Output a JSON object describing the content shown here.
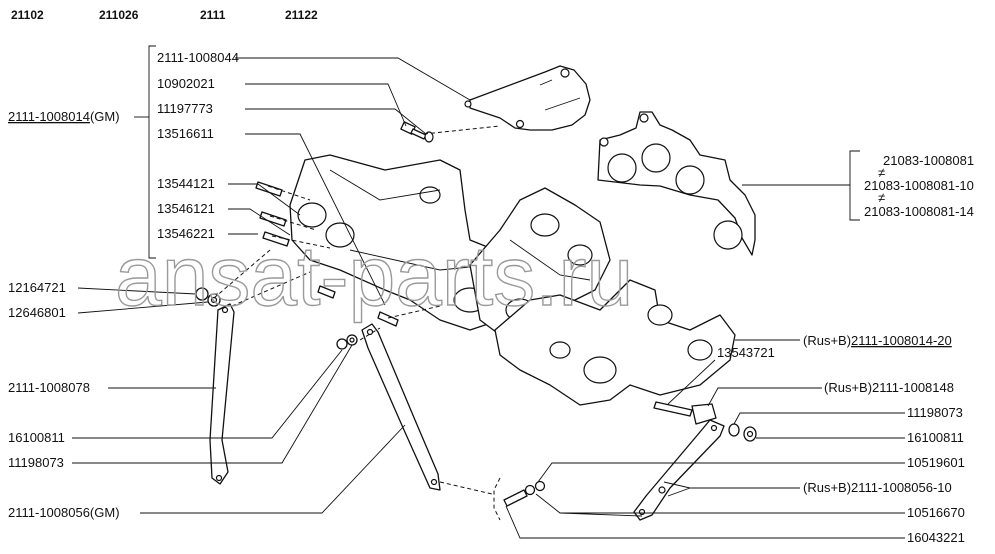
{
  "header_models": [
    "21102",
    "211026",
    "2111",
    "21122"
  ],
  "watermark": "ansat-parts.ru",
  "left_group": {
    "assembly_prefix": "2111-1008014",
    "assembly_suffix": "(GM)",
    "items": [
      "2111-1008044",
      "10902021",
      "11197773",
      "13516611",
      "13544121",
      "13546121",
      "13546221"
    ]
  },
  "left_labels": {
    "l12164721": "12164721",
    "l12646801": "12646801",
    "l1008078": "2111-1008078",
    "l16100811": "16100811",
    "l11198073": "11198073",
    "l1008056gm": "2111-1008056(GM)"
  },
  "gasket_group": {
    "items": [
      "21083-1008081",
      "21083-1008081-10",
      "21083-1008081-14"
    ],
    "notes": [
      "≠",
      "≠"
    ]
  },
  "right_labels": {
    "rus_b_prefix": "(Rus+B)",
    "assembly_20": "2111-1008014-20",
    "l13543721": "13543721",
    "l1008148": "(Rus+B)2111-1008148",
    "l11198073": "11198073",
    "l16100811": "16100811",
    "l10519601": "10519601",
    "l1008056_10": "(Rus+B)2111-1008056-10",
    "l10516670": "10516670",
    "l16043221": "16043221"
  }
}
